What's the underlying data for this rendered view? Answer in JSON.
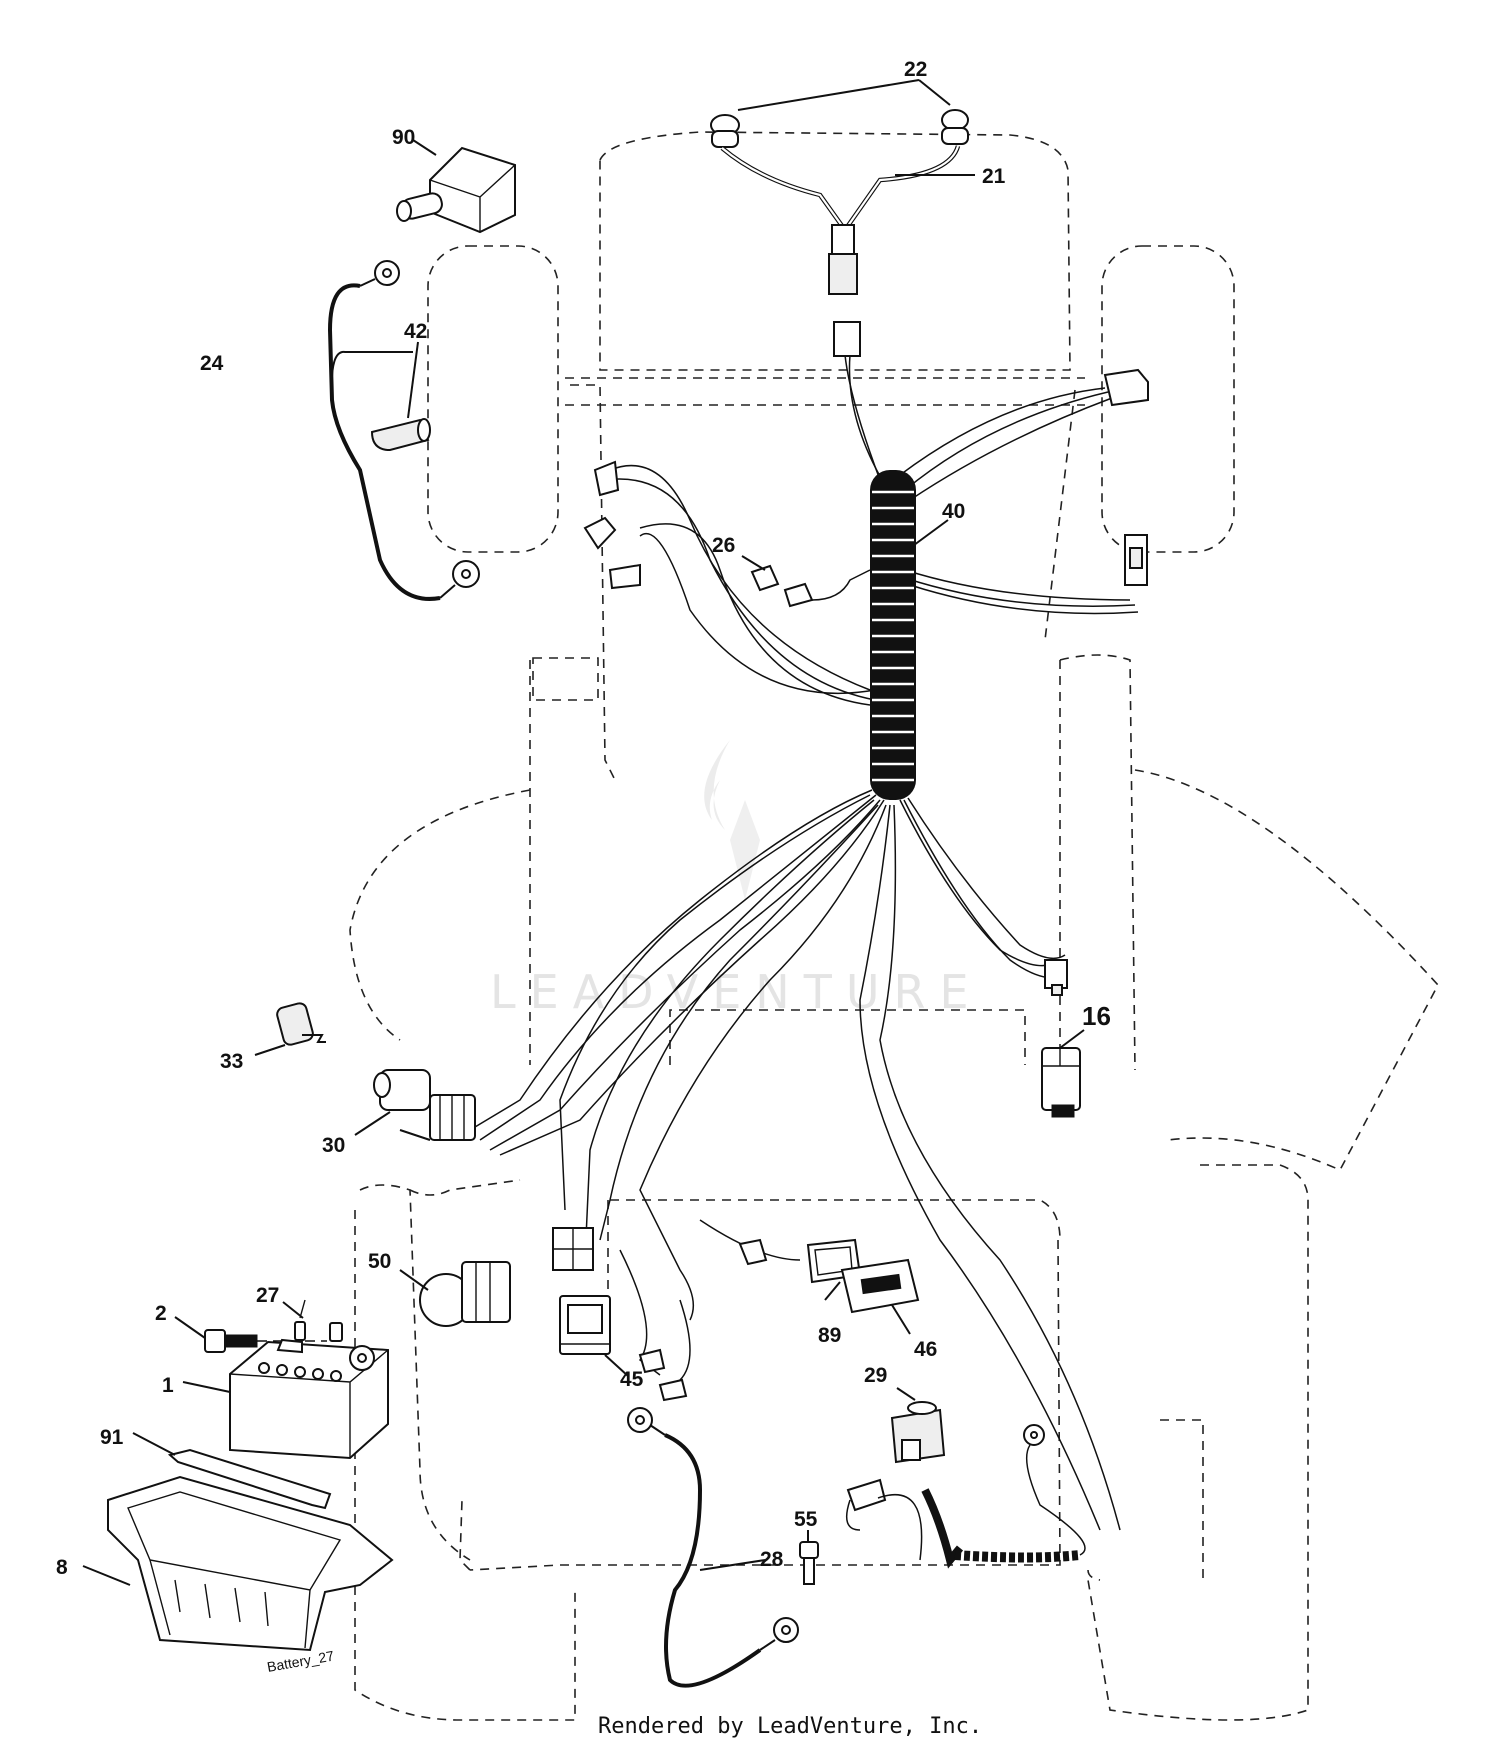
{
  "watermark": "LEADVENTURE",
  "footer": "Rendered by LeadVenture, Inc.",
  "image_tag": "Battery_27",
  "callouts": {
    "c22": "22",
    "c21": "21",
    "c90": "90",
    "c42": "42",
    "c24": "24",
    "c40": "40",
    "c26": "26",
    "c16": "16",
    "c33": "33",
    "c30": "30",
    "c50": "50",
    "c2": "2",
    "c27": "27",
    "c1": "1",
    "c91": "91",
    "c8": "8",
    "c89": "89",
    "c46": "46",
    "c45": "45",
    "c29": "29",
    "c55": "55",
    "c28": "28"
  }
}
